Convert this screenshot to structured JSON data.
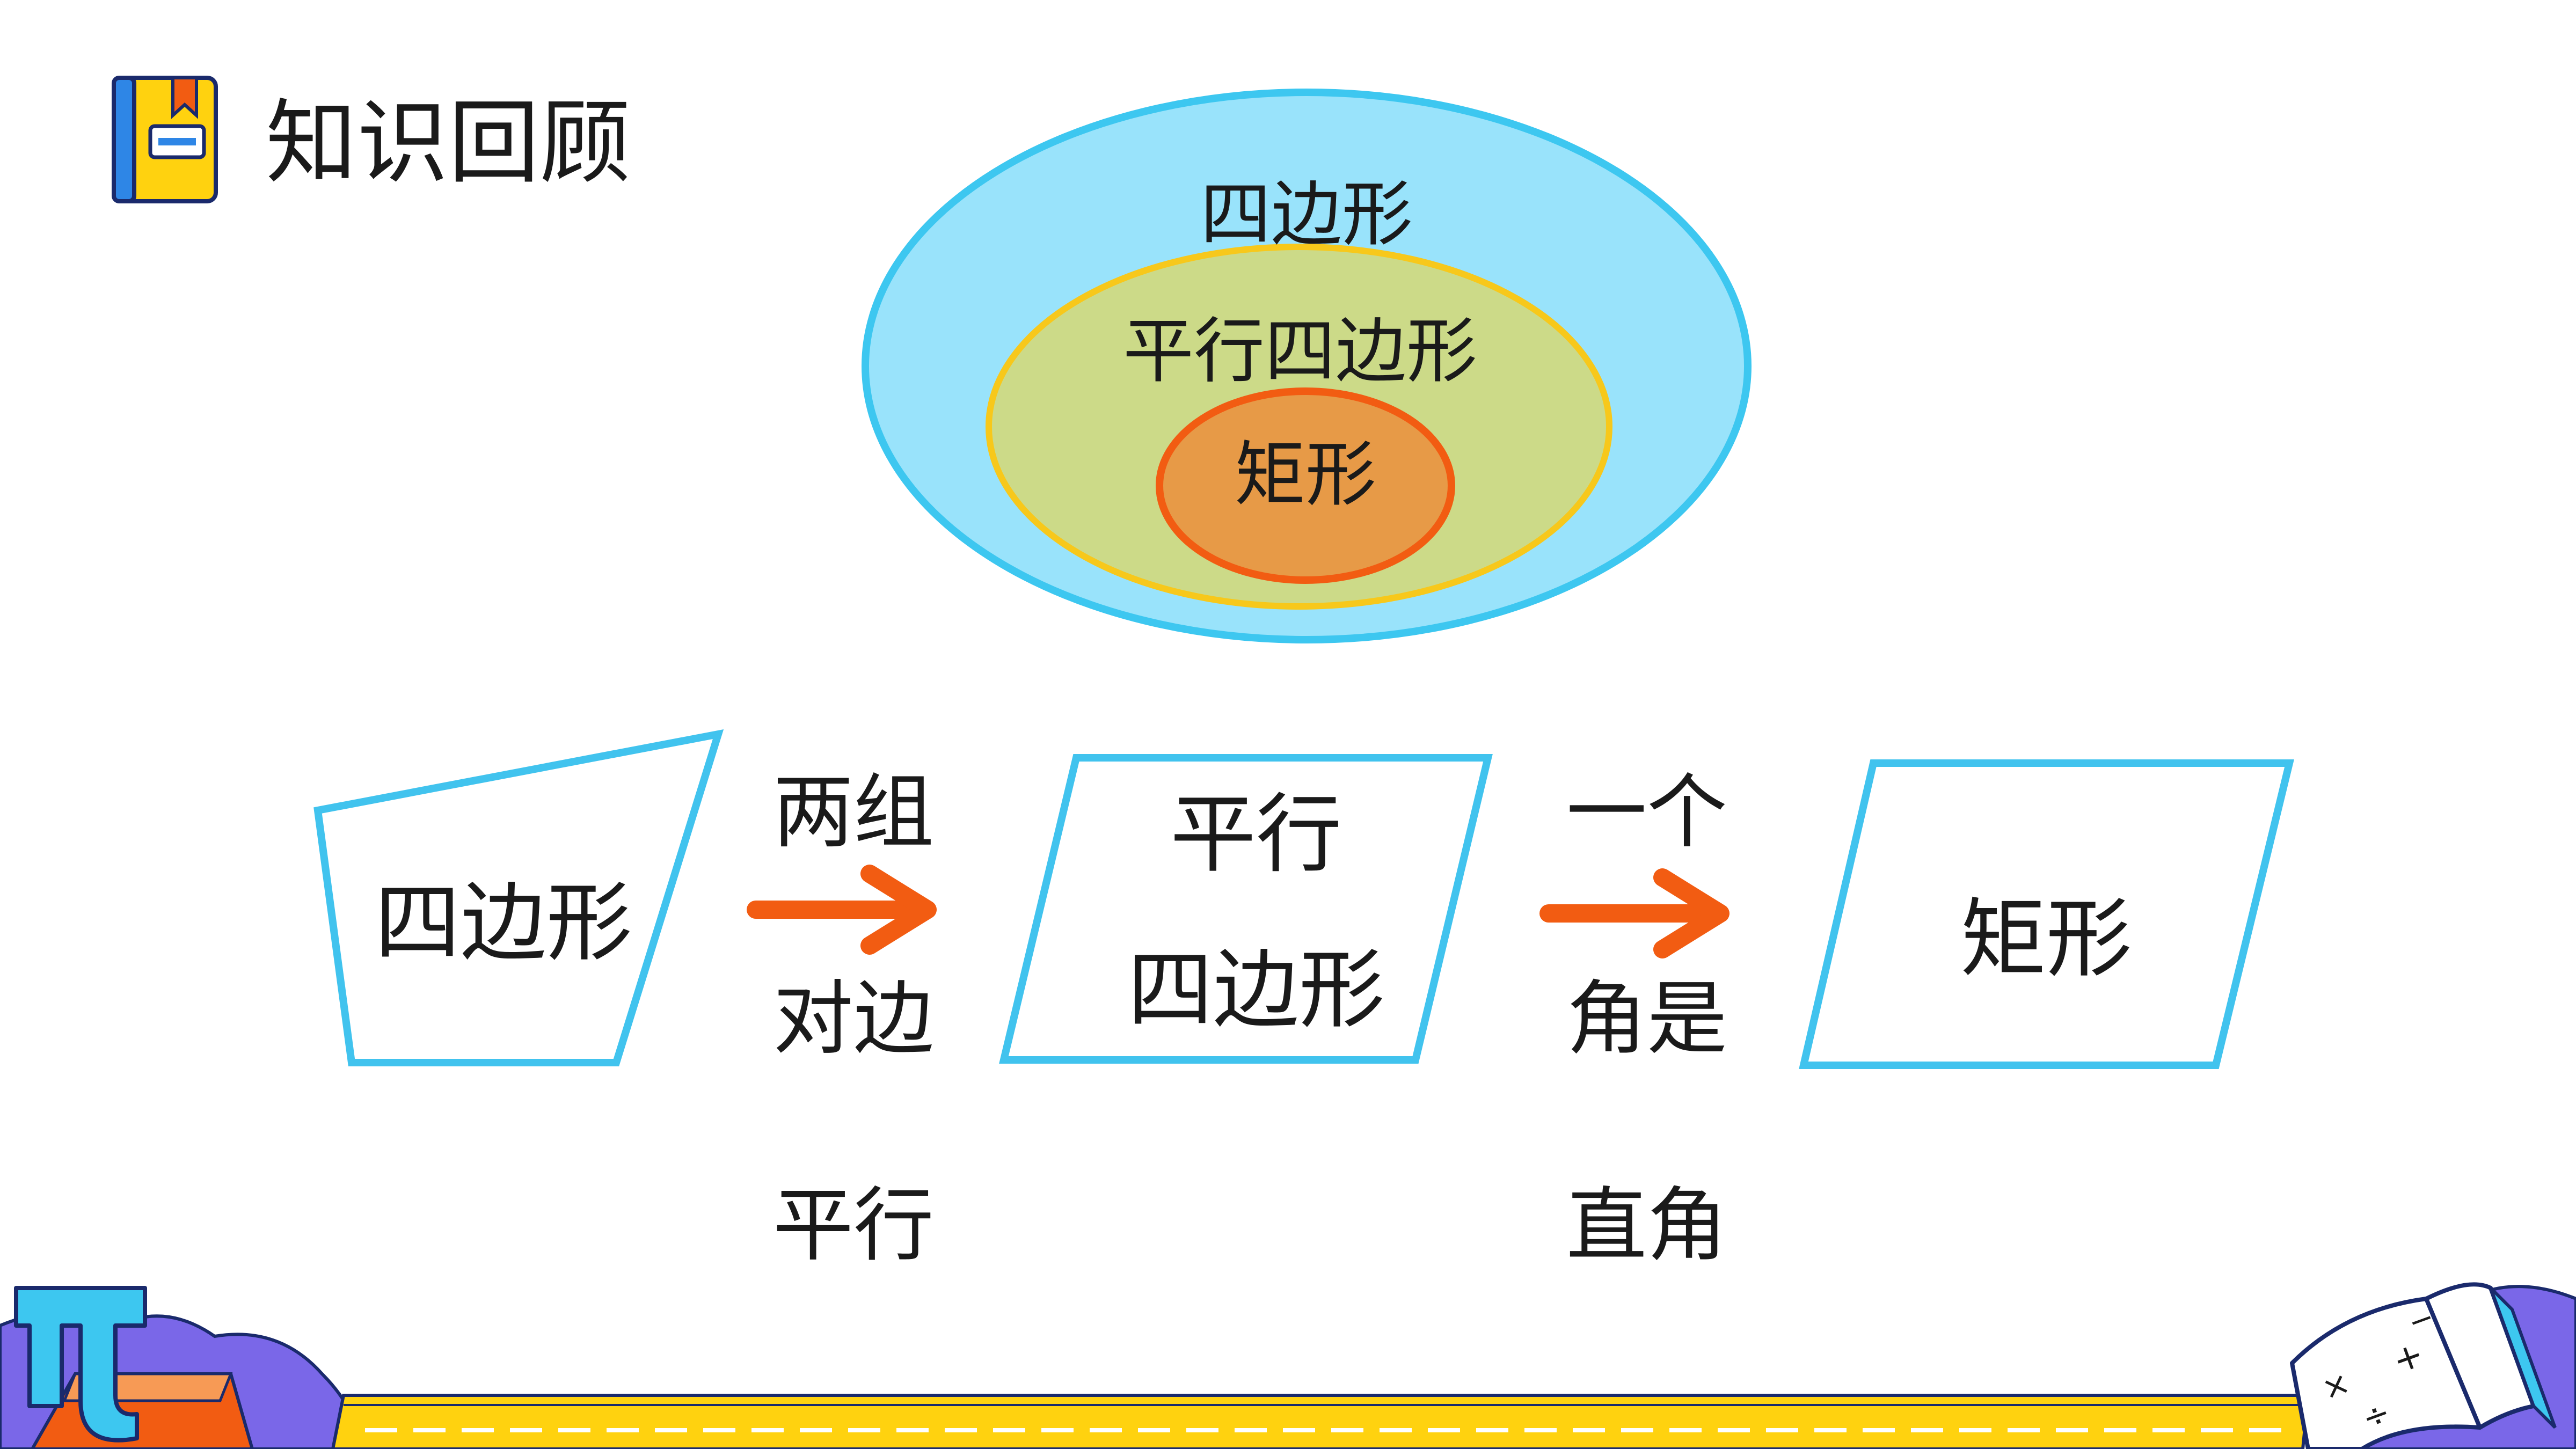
{
  "header": {
    "title": "知识回顾",
    "icon": "notebook-icon"
  },
  "venn": {
    "outer_label": "四边形",
    "middle_label": "平行四边形",
    "inner_label": "矩形"
  },
  "flow": {
    "box1_label": "四边形",
    "cond1": {
      "line1": "两组",
      "line2": "对边",
      "line3": "平行"
    },
    "box2": {
      "line1": "平行",
      "line2": "四边形"
    },
    "cond2": {
      "line1": "一个",
      "line2": "角是",
      "line3": "直角"
    },
    "box3_label": "矩形"
  },
  "decorations": {
    "left_icon": "pi-symbol-icon",
    "right_icon": "math-book-icon",
    "bottom_bar": "yellow-ruler-bar"
  },
  "colors": {
    "outer_fill": "#99E3FB",
    "outer_stroke": "#3DC7F0",
    "middle_fill": "#CCDA88",
    "middle_stroke": "#F7C81B",
    "inner_fill": "#E79A47",
    "inner_stroke": "#F25C12",
    "shape_stroke": "#41C3EE",
    "arrow": "#F25C12",
    "bar": "#FFD20F",
    "purple": "#7A67E8"
  }
}
